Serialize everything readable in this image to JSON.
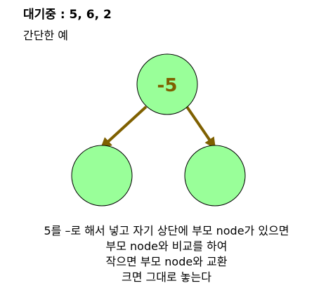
{
  "header": {
    "queue_label": "대기중 : 5, 6, 2",
    "subtitle": "간단한 예"
  },
  "tree": {
    "root_value": "-5",
    "left_child_value": "",
    "right_child_value": "",
    "colors": {
      "node_fill": "#99ff99",
      "node_stroke": "#000000",
      "edge": "#7f6000",
      "root_text": "#7f6000"
    }
  },
  "explanation": {
    "lines": [
      "5를 –로 해서 넣고 자기 상단에 부모 node가 있으면",
      "부모 node와 비교를 하여",
      "작으면 부모 node와 교환",
      "크면 그대로 놓는다"
    ]
  }
}
